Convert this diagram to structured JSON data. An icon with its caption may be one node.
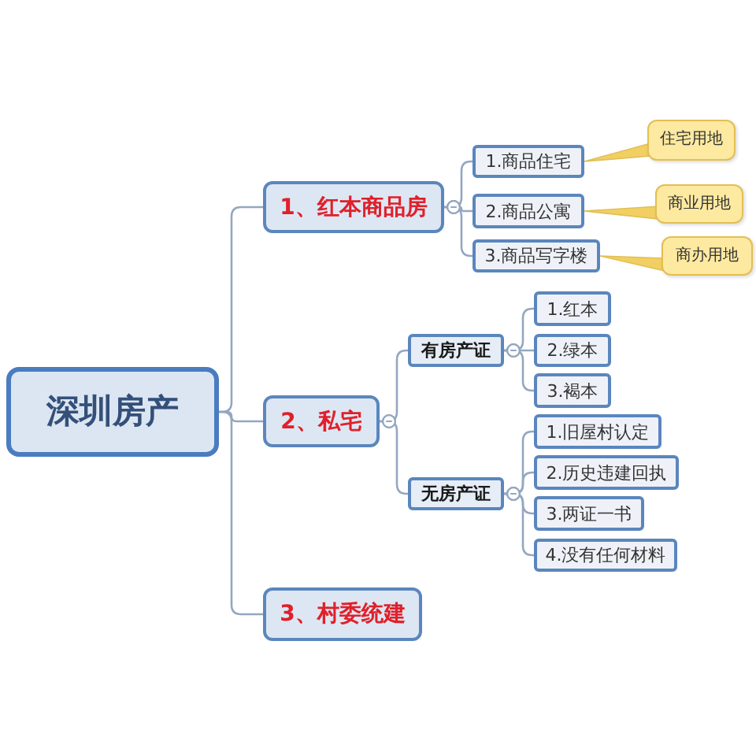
{
  "diagram": {
    "nodes": [
      {
        "text": [
          "深圳房产"
        ]
      },
      {
        "text": [
          "1、红本商品房"
        ]
      },
      {
        "text": [
          "1.商品住宅"
        ]
      },
      {
        "text": [
          "住宅用地"
        ]
      },
      {
        "text": [
          "2.商品公寓"
        ]
      },
      {
        "text": [
          "商业用地"
        ]
      },
      {
        "text": [
          "3.商品写字楼"
        ]
      },
      {
        "text": [
          "商办用地"
        ]
      },
      {
        "text": [
          "2、私宅"
        ]
      },
      {
        "text": [
          "有房产证"
        ]
      },
      {
        "text": [
          "1.红本"
        ]
      },
      {
        "text": [
          "2.绿本"
        ]
      },
      {
        "text": [
          "3.褐本"
        ]
      },
      {
        "text": [
          "无房产证"
        ]
      },
      {
        "text": [
          "1.旧屋村认定"
        ]
      },
      {
        "text": [
          "2.历史违建回执"
        ]
      },
      {
        "text": [
          "3.两证一书"
        ]
      },
      {
        "text": [
          "4.没有任何材料"
        ]
      },
      {
        "text": [
          "3、村委统建"
        ]
      }
    ],
    "edges": [
      {
        "from": 0,
        "to": 1,
        "arrow": "none"
      },
      {
        "from": 0,
        "to": 8,
        "arrow": "none"
      },
      {
        "from": 0,
        "to": 18,
        "arrow": "none"
      },
      {
        "from": 1,
        "to": 2,
        "arrow": "other"
      },
      {
        "from": 1,
        "to": 4,
        "arrow": "other"
      },
      {
        "from": 1,
        "to": 6,
        "arrow": "other"
      },
      {
        "from": 2,
        "to": 3,
        "arrow": "none",
        "color": "#f2cf63"
      },
      {
        "from": 4,
        "to": 5,
        "arrow": "none",
        "color": "#f2cf63"
      },
      {
        "from": 6,
        "to": 7,
        "arrow": "none",
        "color": "#f2cf63"
      },
      {
        "from": 8,
        "to": 9,
        "arrow": "other"
      },
      {
        "from": 8,
        "to": 13,
        "arrow": "other"
      },
      {
        "from": 9,
        "to": 10,
        "arrow": "other"
      },
      {
        "from": 9,
        "to": 11,
        "arrow": "other"
      },
      {
        "from": 9,
        "to": 12,
        "arrow": "other"
      },
      {
        "from": 13,
        "to": 14,
        "arrow": "other"
      },
      {
        "from": 13,
        "to": 15,
        "arrow": "other"
      },
      {
        "from": 13,
        "to": 16,
        "arrow": "other"
      },
      {
        "from": 13,
        "to": 17,
        "arrow": "other"
      }
    ]
  }
}
